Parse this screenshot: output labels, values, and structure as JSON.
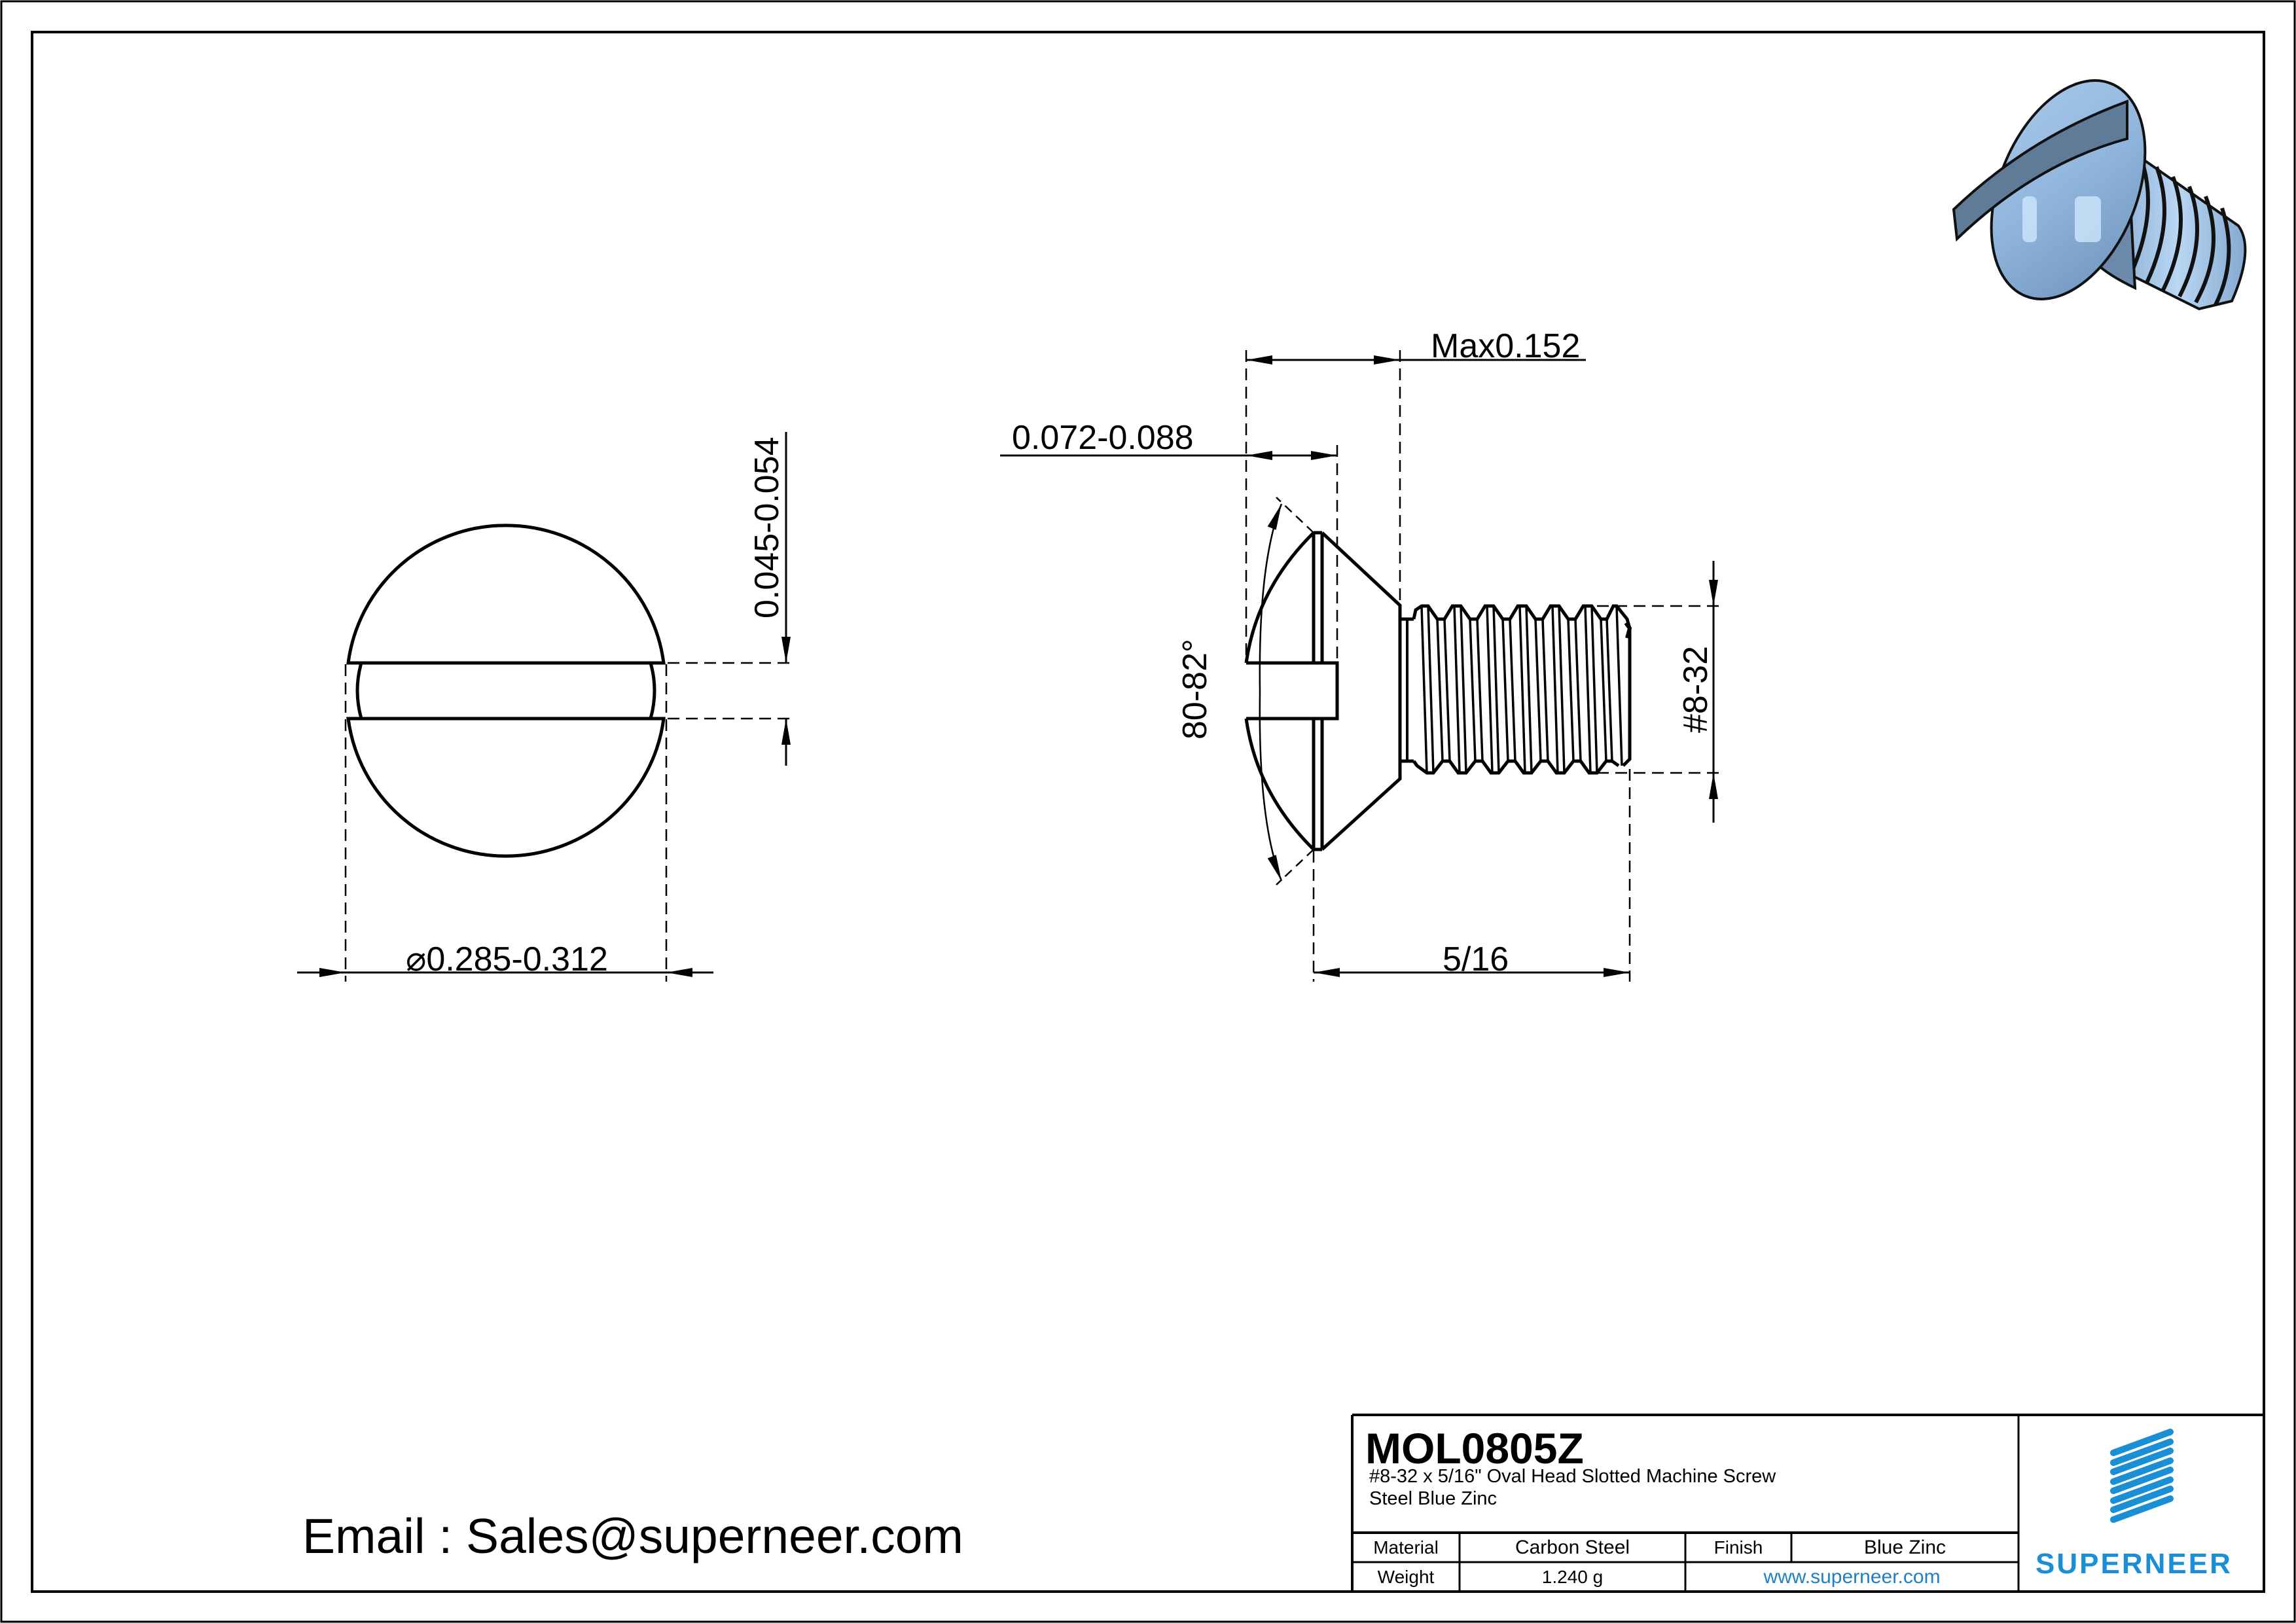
{
  "drawing": {
    "front_view": {
      "diameter_label": "0.285-0.312",
      "diameter_symbol": "⌀",
      "slot_width_label": "0.045-0.054"
    },
    "side_view": {
      "head_height_label": "Max0.152",
      "slot_depth_label": "0.072-0.088",
      "head_angle_label": "80-82°",
      "thread_label": "#8-32",
      "length_label": "5/16"
    },
    "render_3d": {
      "description": "3D render of blue zinc oval head slotted machine screw",
      "colors": {
        "body": "#9cbfe3",
        "shadow": "#5f7b98",
        "highlight": "#cfe6fb",
        "outline": "#111111"
      }
    }
  },
  "contact": {
    "email_text": "Email : Sales@superneer.com"
  },
  "title_block": {
    "part_number": "MOL0805Z",
    "description_line1": "#8-32 x 5/16\" Oval Head Slotted Machine Screw",
    "description_line2": "Steel Blue Zinc",
    "material_label": "Material",
    "material_value": "Carbon Steel",
    "finish_label": "Finish",
    "finish_value": "Blue Zinc",
    "weight_label": "Weight",
    "weight_value": "1.240 g",
    "website": "www.superneer.com",
    "brand_name": "SUPERNEER",
    "brand_color": "#1b8fd6",
    "link_color": "#1f7fc4"
  }
}
